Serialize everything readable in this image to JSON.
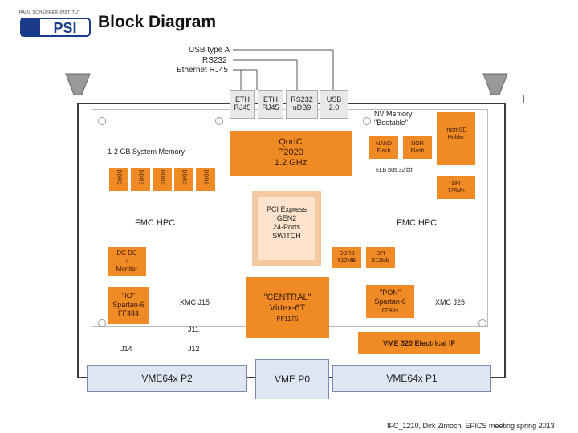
{
  "title": "Block Diagram",
  "logo": {
    "org_text": "PAUL SCHERRER INSTITUT",
    "mark": "PSI"
  },
  "external_io": {
    "usb": "USB type A",
    "rs232": "RS232",
    "ethernet": "Ethernet RJ45"
  },
  "front_connectors": [
    {
      "line1": "ETH",
      "line2": "RJ45"
    },
    {
      "line1": "ETH",
      "line2": "RJ45"
    },
    {
      "line1": "RS232",
      "line2": "uDB9"
    },
    {
      "line1": "USB",
      "line2": "2.0"
    }
  ],
  "cpu": {
    "line1": "QorIC",
    "line2": "P2020",
    "line3": "1.2 GHz"
  },
  "system_memory": {
    "label": "1-2 GB System Memory",
    "chips": [
      "DDR3",
      "DDR3",
      "DDR3",
      "DDR3",
      "DDR3"
    ]
  },
  "nv_memory": {
    "line1": "NV Memory",
    "line2": "\"Bootable\""
  },
  "nand": {
    "line1": "NAND",
    "line2": "Flash"
  },
  "nor": {
    "line1": "NOR",
    "line2": "Flash"
  },
  "microsd": {
    "line1": "microSD",
    "line2": "Holder"
  },
  "elb": "ELB bus 32 bit",
  "spi_cpu": {
    "line1": "SPI",
    "line2": "128Mb"
  },
  "pcie": {
    "line1": "PCI Express",
    "line2": "GEN2",
    "line3": "24-Ports",
    "line4": "SWITCH"
  },
  "fmc_left": "FMC HPC",
  "fmc_right": "FMC HPC",
  "dcdc": {
    "line1": "DC DC",
    "line2": "+",
    "line3": "Monitor"
  },
  "io_fpga": {
    "line1": "\"IO\"",
    "line2": "Spartan-6",
    "line3": "FF484"
  },
  "central": {
    "line1": "\"CENTRAL\"",
    "line2": "Virtex-6T",
    "line3": "FF1176"
  },
  "ddr3_central": {
    "line1": "DDR3",
    "line2": "512MB"
  },
  "spi_central": {
    "line1": "SPI",
    "line2": "512Mb"
  },
  "pon": {
    "line1": "\"PON\"",
    "line2": "Spartan-6",
    "line3": "FF484"
  },
  "xmc_left": "XMC J15",
  "xmc_right": "XMC J25",
  "j11": "J11",
  "j12": "J12",
  "j14": "J14",
  "vme320": "VME 320 Electrical IF",
  "vme_p2": "VME64x P2",
  "vme_p0": "VME P0",
  "vme_p1": "VME64x P1",
  "footer": "IFC_1210, Dirk Zimoch, EPICS meeting spring 2013"
}
